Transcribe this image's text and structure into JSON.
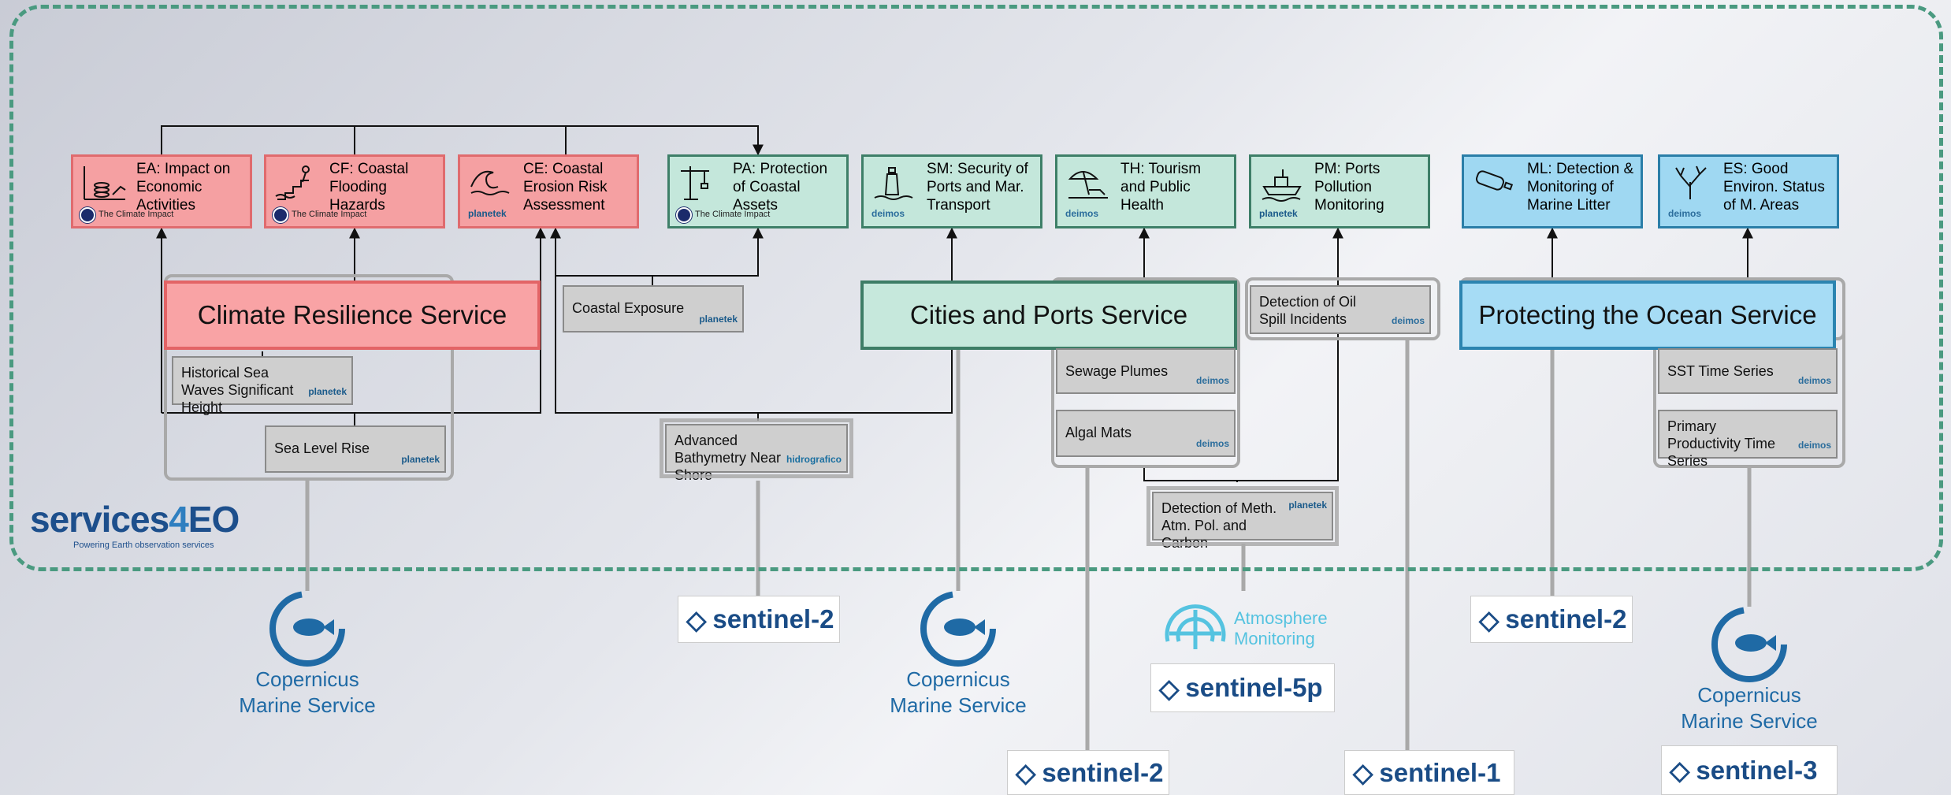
{
  "products": {
    "ea": "EA: Impact on Economic Activities",
    "cf": "CF: Coastal Flooding Hazards",
    "ce": "CE: Coastal Erosion Risk Assessment",
    "pa": "PA: Protection of Coastal Assets",
    "sm": "SM: Security of Ports and Mar. Transport",
    "th": "TH: Tourism and Public Health",
    "pm": "PM: Ports Pollution Monitoring",
    "ml": "ML: Detection & Monitoring of Marine Litter",
    "es": "ES: Good Environ. Status of M. Areas"
  },
  "providers": {
    "tci": "The Climate Impact",
    "planetek": "planetek",
    "deimos": "deimos",
    "hidro": "hidrografico"
  },
  "services": {
    "climate": "Climate Resilience Service",
    "cities": "Cities and Ports Service",
    "ocean": "Protecting the Ocean Service"
  },
  "datasets": {
    "coastal_exposure": "Coastal Exposure",
    "hist_waves": "Historical Sea Waves Significant Height",
    "sea_level": "Sea Level Rise",
    "bathymetry": "Advanced Bathymetry Near Shore",
    "sewage": "Sewage Plumes",
    "algal": "Algal Mats",
    "oil_spill": "Detection of Oil Spill Incidents",
    "methane": "Detection of Meth. Atm. Pol. and Carbon",
    "sst": "SST Time Series",
    "ppt": "Primary Productivity Time Series"
  },
  "logo": {
    "word_a": "services",
    "word_b": "4",
    "word_c": "EO",
    "tagline": "Powering Earth observation services"
  },
  "sources": {
    "cms": "Copernicus Marine Service",
    "s2": "sentinel-2",
    "s1": "sentinel-1",
    "s3": "sentinel-3",
    "s5p": "sentinel-5p",
    "atmo": "Atmosphere Monitoring"
  },
  "colors": {
    "red": "#f5a0a2",
    "green": "#c4e7db",
    "blue": "#9fd8f2",
    "dash": "#4a9a80",
    "brand": "#1d4f8c"
  }
}
